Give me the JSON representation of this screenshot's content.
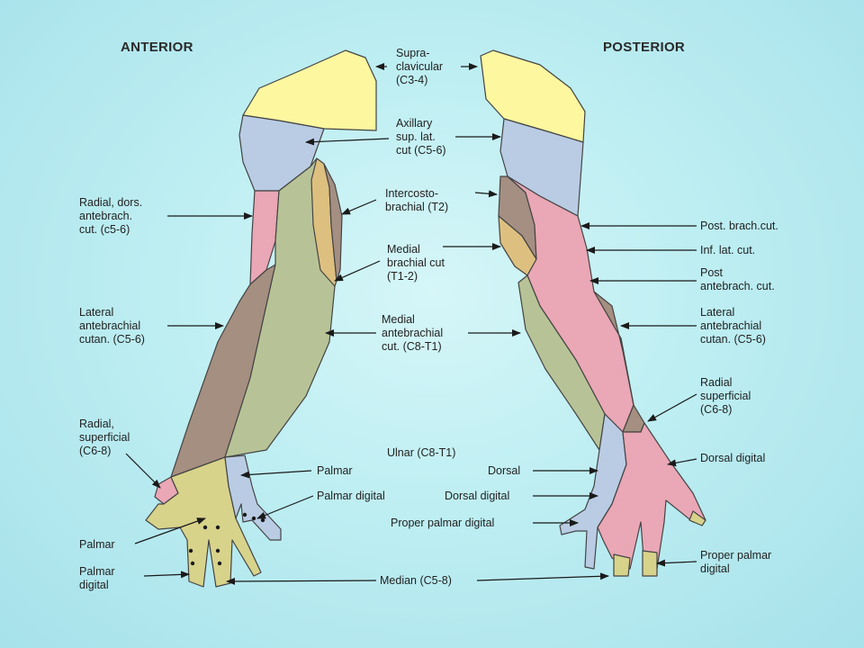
{
  "headers": {
    "anterior": "ANTERIOR",
    "posterior": "POSTERIOR"
  },
  "labels": {
    "supraclavicular": [
      "Supra-",
      "clavicular",
      "(C3-4)"
    ],
    "axillary": [
      "Axillary",
      "sup. lat.",
      "cut (C5-6)"
    ],
    "intercostobrachial": [
      "Intercosto-",
      "brachial (T2)"
    ],
    "medial_brachial": [
      "Medial",
      "brachial cut",
      "(T1-2)"
    ],
    "medial_antebrachial": [
      "Medial",
      "antebrachial",
      "cut. (C8-T1)"
    ],
    "ulnar": [
      "Ulnar (C8-T1)"
    ],
    "median": [
      "Median (C5-8)"
    ],
    "radial_dors_antebrach": [
      "Radial, dors.",
      "antebrach.",
      "cut. (c5-6)"
    ],
    "lateral_antebrachial_left": [
      "Lateral",
      "antebrachial",
      "cutan. (C5-6)"
    ],
    "radial_superficial_left": [
      "Radial,",
      "superficial",
      "(C6-8)"
    ],
    "palmar_left": [
      "Palmar"
    ],
    "palmar_digital_left": [
      "Palmar",
      "digital"
    ],
    "palmar_mid": [
      "Palmar"
    ],
    "palmar_digital_mid": [
      "Palmar digital"
    ],
    "dorsal": [
      "Dorsal"
    ],
    "dorsal_digital_mid": [
      "Dorsal digital"
    ],
    "proper_palmar_digital_mid": [
      "Proper palmar digital"
    ],
    "post_brach_cut": [
      "Post. brach.cut."
    ],
    "inf_lat_cut": [
      "Inf. lat. cut."
    ],
    "post_antebrach_cut": [
      "Post",
      "antebrach. cut."
    ],
    "lateral_antebrachial_right": [
      "Lateral",
      "antebrachial",
      "cutan. (C5-6)"
    ],
    "radial_superficial_right": [
      "Radial",
      "superficial",
      "(C6-8)"
    ],
    "dorsal_digital_right": [
      "Dorsal digital"
    ],
    "proper_palmar_digital_right": [
      "Proper palmar",
      "digital"
    ]
  },
  "colors": {
    "supraclavicular": "#fdf7a0",
    "axillary": "#b9cce4",
    "radial": "#eaa7b5",
    "lateral_antebrachial": "#a58f80",
    "medial_antebrachial": "#b7c397",
    "medial_brachial": "#ddc07f",
    "intercostobrachial": "#a48f82",
    "median": "#d8d38b",
    "ulnar": "#b9cce4",
    "outline": "#444444",
    "arrow": "#1a1a1a"
  }
}
